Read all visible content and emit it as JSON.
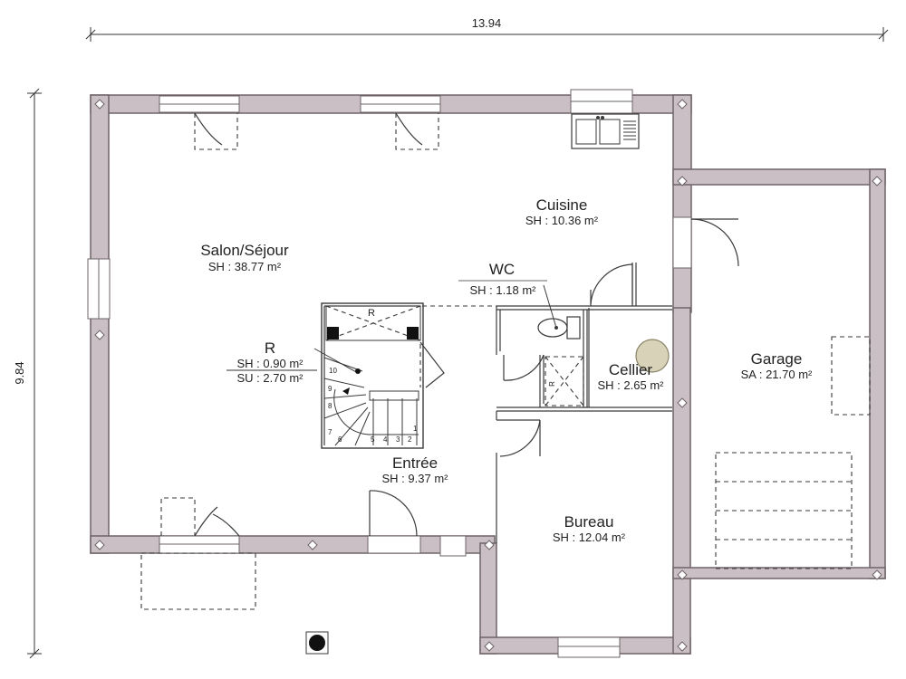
{
  "dimensions": {
    "width": "13.94",
    "height": "9.84"
  },
  "rooms": {
    "salon": {
      "name": "Salon/Séjour",
      "area": "SH : 38.77 m²"
    },
    "cuisine": {
      "name": "Cuisine",
      "area": "SH : 10.36 m²"
    },
    "wc": {
      "name": "WC",
      "area": "SH : 1.18 m²"
    },
    "reserve": {
      "name": "R",
      "sh": "SH : 0.90 m²",
      "su": "SU : 2.70 m²"
    },
    "cellier": {
      "name": "Cellier",
      "area": "SH : 2.65 m²"
    },
    "garage": {
      "name": "Garage",
      "area": "SA : 21.70 m²"
    },
    "entree": {
      "name": "Entrée",
      "area": "SH : 9.37 m²"
    },
    "bureau": {
      "name": "Bureau",
      "area": "SH : 12.04 m²"
    }
  },
  "labels": {
    "stair_top": "R",
    "shower": "R",
    "step_numbers": [
      "10",
      "9",
      "8",
      "7",
      "6",
      "5",
      "4",
      "3",
      "2",
      "1"
    ]
  },
  "colors": {
    "wall": "#c9bfc4",
    "wall_stroke": "#6e6468",
    "ink": "#222222"
  }
}
